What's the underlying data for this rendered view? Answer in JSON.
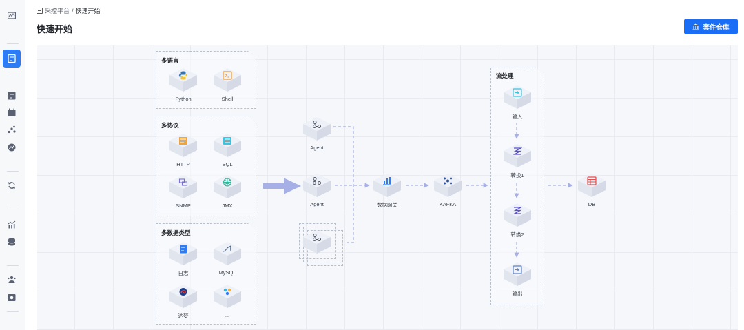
{
  "breadcrumb": {
    "parent": "采控平台",
    "separator": "/",
    "current": "快速开始"
  },
  "page": {
    "title": "快速开始"
  },
  "header": {
    "repo_button_label": "套件仓库"
  },
  "colors": {
    "accent": "#1a6ef5",
    "sidebar_active": "#2d7cf6",
    "cube_top": "#eef1f7",
    "cube_left": "#e3e7f0",
    "cube_right": "#d7dce8",
    "wire": "#a7b0e6"
  },
  "sidebar": {
    "items": [
      {
        "icon": "monitor-chart-icon"
      },
      {
        "icon": "form-list-icon",
        "active": true
      },
      {
        "icon": "grid-icon"
      },
      {
        "icon": "calendar-icon"
      },
      {
        "icon": "topology-icon"
      },
      {
        "icon": "trend-icon"
      },
      {
        "icon": "sync-icon"
      },
      {
        "icon": "bar-trend-icon"
      },
      {
        "icon": "database-icon"
      },
      {
        "icon": "user-group-icon"
      },
      {
        "icon": "screen-icon"
      }
    ]
  },
  "groups": {
    "languages": {
      "title": "多语言",
      "nodes": [
        {
          "label": "Python",
          "icon": "python-icon"
        },
        {
          "label": "Shell",
          "icon": "shell-icon"
        }
      ]
    },
    "protocols": {
      "title": "多协议",
      "nodes": [
        {
          "label": "HTTP",
          "icon": "http-icon"
        },
        {
          "label": "SQL",
          "icon": "sql-icon"
        },
        {
          "label": "SNMP",
          "icon": "snmp-icon"
        },
        {
          "label": "JMX",
          "icon": "jmx-icon"
        }
      ]
    },
    "data_types": {
      "title": "多数据类型",
      "nodes": [
        {
          "label": "日志",
          "icon": "log-icon"
        },
        {
          "label": "MySQL",
          "icon": "mysql-icon"
        },
        {
          "label": "达梦",
          "icon": "dameng-icon"
        },
        {
          "label": "...",
          "icon": "more-icon"
        }
      ]
    },
    "stream": {
      "title": "流处理",
      "nodes": [
        {
          "label": "输入",
          "icon": "input-icon"
        },
        {
          "label": "转换1",
          "icon": "transform-icon"
        },
        {
          "label": "转换2",
          "icon": "transform-icon"
        },
        {
          "label": "输出",
          "icon": "output-icon"
        }
      ]
    }
  },
  "pipeline": {
    "agents": [
      {
        "label": "Agent",
        "icon": "agent-icon"
      },
      {
        "label": "Agent",
        "icon": "agent-icon"
      },
      {
        "label": "",
        "icon": "agent-stack-icon"
      }
    ],
    "gateway": {
      "label": "数据网关",
      "icon": "gateway-icon"
    },
    "kafka": {
      "label": "KAFKA",
      "icon": "kafka-icon"
    },
    "db": {
      "label": "DB",
      "icon": "db-icon"
    }
  }
}
